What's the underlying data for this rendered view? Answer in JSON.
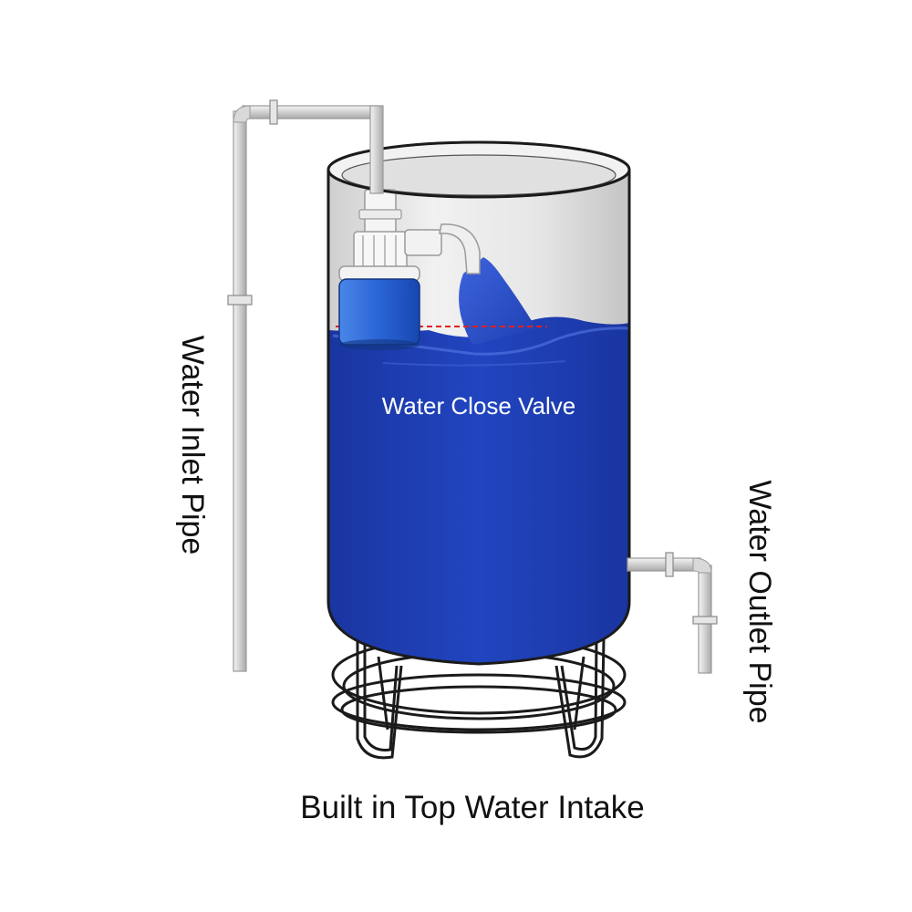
{
  "labels": {
    "inlet_pipe": "Water Inlet Pipe",
    "outlet_pipe": "Water Outlet Pipe",
    "close_valve": "Water Close Valve",
    "caption": "Built in Top Water Intake"
  },
  "colors": {
    "water": "#1f3fb3",
    "water_highlight": "#3e63d6",
    "valve_float": "#1d57c8",
    "pipe": "#d9d9d9",
    "pipe_stroke": "#8c8c8c",
    "tank_interior": "#e2e2e2",
    "tank_stroke": "#222222",
    "water_level_line": "#e02020",
    "label_dark": "#111111",
    "label_light": "#ffffff"
  }
}
